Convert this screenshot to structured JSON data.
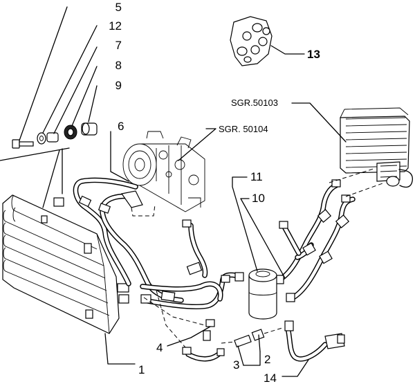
{
  "callouts": {
    "c5": "5",
    "c12": "12",
    "c7": "7",
    "c8": "8",
    "c9": "9",
    "c13": "13",
    "c6": "6",
    "c11": "11",
    "c10": "10",
    "c4": "4",
    "c1": "1",
    "c3": "3",
    "c2": "2",
    "c14": "14"
  },
  "references": {
    "sgr_evaporator": "SGR.50103",
    "sgr_compressor": "SGR. 50104"
  }
}
